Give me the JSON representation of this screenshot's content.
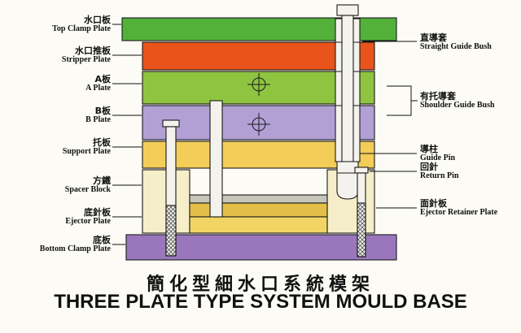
{
  "title": {
    "zh": "簡化型細水口系統模架",
    "en": "THREE PLATE TYPE SYSTEM MOULD BASE"
  },
  "left_labels": [
    {
      "zh": "水口板",
      "en": "Top Clamp Plate"
    },
    {
      "zh": "水口推板",
      "en": "Stripper Plate"
    },
    {
      "zh": "A板",
      "en": "A Plate"
    },
    {
      "zh": "B板",
      "en": "B Plate"
    },
    {
      "zh": "托板",
      "en": "Support Plate"
    },
    {
      "zh": "方鐵",
      "en": "Spacer Block"
    },
    {
      "zh": "底針板",
      "en": "Ejector Plate"
    },
    {
      "zh": "底板",
      "en": "Bottom Clamp Plate"
    }
  ],
  "right_labels": [
    {
      "zh": "直導套",
      "en": "Straight Guide Bush"
    },
    {
      "zh": "有托導套",
      "en": "Shoulder Guide Bush"
    },
    {
      "zh": "導柱",
      "en": "Guide Pin"
    },
    {
      "zh": "回針",
      "en": "Return Pin"
    },
    {
      "zh": "面針板",
      "en": "Ejector Retainer Plate"
    }
  ],
  "colors": {
    "top_clamp_plate": "#53b13a",
    "stripper_plate": "#e8541b",
    "a_plate": "#8fc441",
    "b_plate": "#b2a0d5",
    "support_plate": "#f3cd58",
    "spacer_block": "#f5eec8",
    "gib_strip": "#c6c5ba",
    "ejector_retainer_plate": "#e3bf49",
    "ejector_plate": "#f2d465",
    "bottom_clamp_plate": "#9a77bd",
    "pin_fill": "#f3f2ec",
    "outline": "#1a1a1a"
  }
}
